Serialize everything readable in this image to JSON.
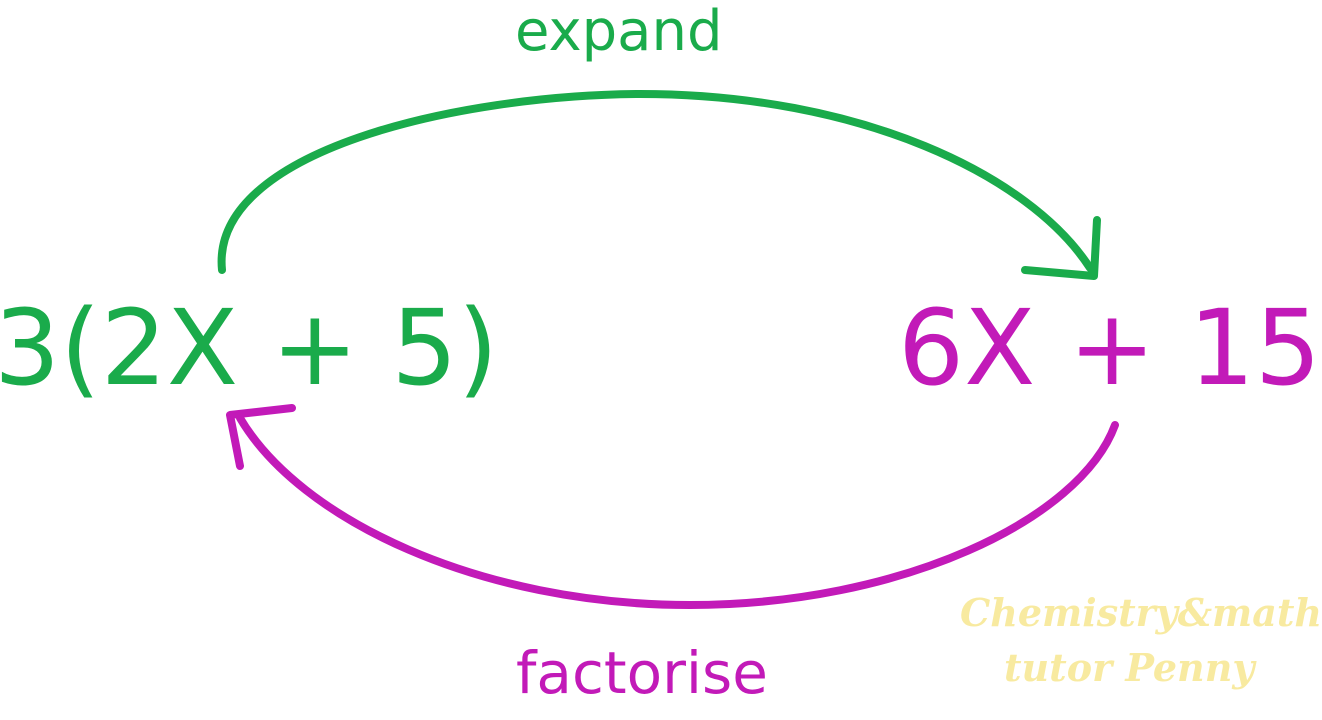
{
  "diagram": {
    "expand_label": "expand",
    "factorise_label": "factorise",
    "left_expression": "3(2X + 5)",
    "right_expression": "6X + 15",
    "watermark_line1": "Chemistry&math",
    "watermark_line2": "tutor Penny"
  },
  "colors": {
    "expand_green": "#1aab4b",
    "factorise_magenta": "#c21ab8",
    "watermark_yellow": "#f8eaa0",
    "background": "#ffffff"
  }
}
